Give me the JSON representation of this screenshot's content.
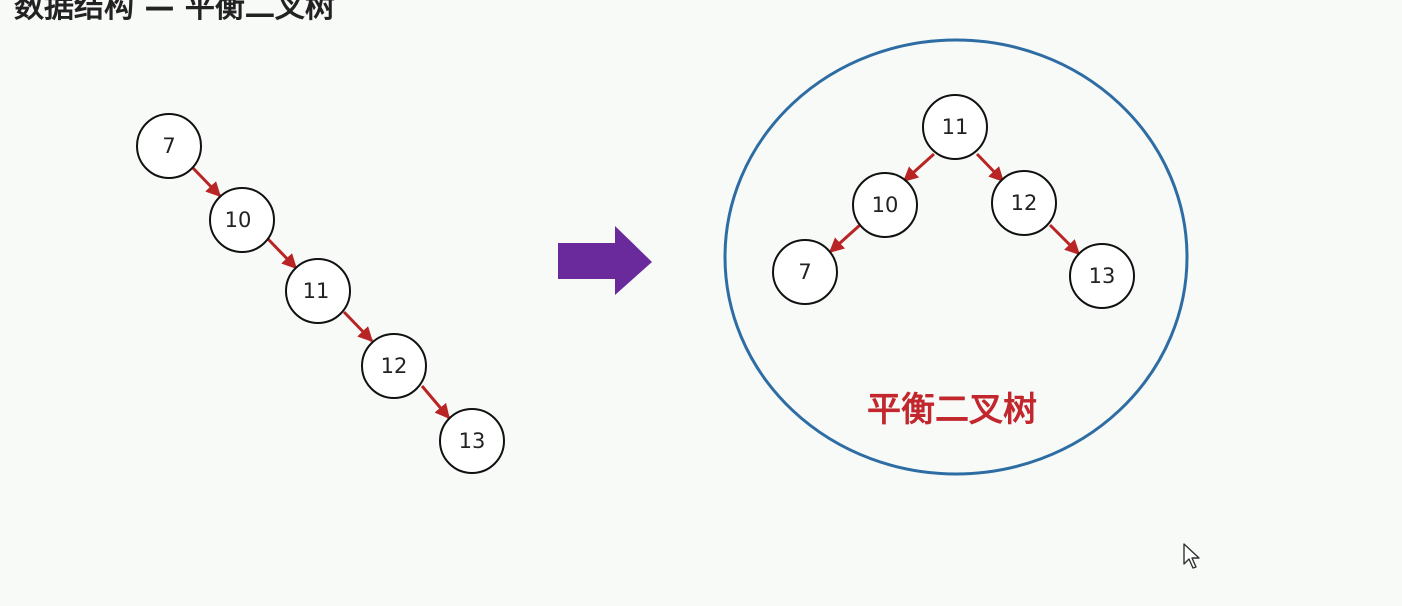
{
  "slide": {
    "title": "数据结构 — 平衡二叉树"
  },
  "diagram": {
    "unbalanced_tree": {
      "nodes": [
        "7",
        "10",
        "11",
        "12",
        "13"
      ],
      "edges": [
        [
          "7",
          "10"
        ],
        [
          "10",
          "11"
        ],
        [
          "11",
          "12"
        ],
        [
          "12",
          "13"
        ]
      ]
    },
    "balanced_tree": {
      "label": "平衡二叉树",
      "nodes": [
        "11",
        "10",
        "12",
        "7",
        "13"
      ],
      "edges": [
        [
          "11",
          "10"
        ],
        [
          "11",
          "12"
        ],
        [
          "10",
          "7"
        ],
        [
          "12",
          "13"
        ]
      ]
    },
    "colors": {
      "edge": "#b92525",
      "transform_arrow": "#6a2a9b",
      "enclosure_circle": "#2e6da4",
      "label": "#c1272d"
    },
    "icons": {
      "transform": "right-arrow-icon",
      "pointer": "mouse-cursor-icon"
    }
  }
}
